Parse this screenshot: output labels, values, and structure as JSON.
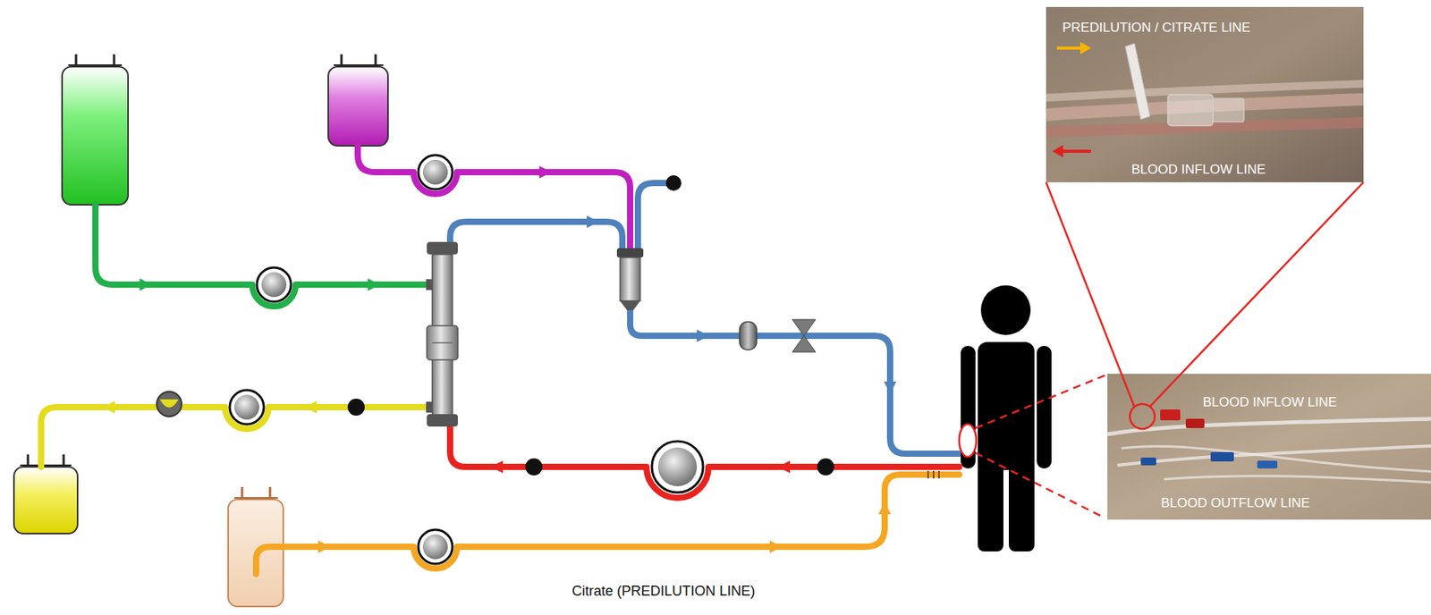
{
  "diagram": {
    "nodes": [
      {
        "text": [
          "PREDILUTION / CITRATE LINE",
          "BLOOD INFLOW LINE"
        ]
      },
      {
        "text": [
          "BLOOD INFLOW LINE",
          "BLOOD OUTFLOW LINE"
        ]
      }
    ],
    "edges": [
      {
        "from": 1,
        "to": 0,
        "arrow": "none"
      },
      {
        "from": 1,
        "to": 0,
        "arrow": "none"
      }
    ],
    "labels": [
      "Citrate (PREDILUTION LINE)"
    ]
  }
}
